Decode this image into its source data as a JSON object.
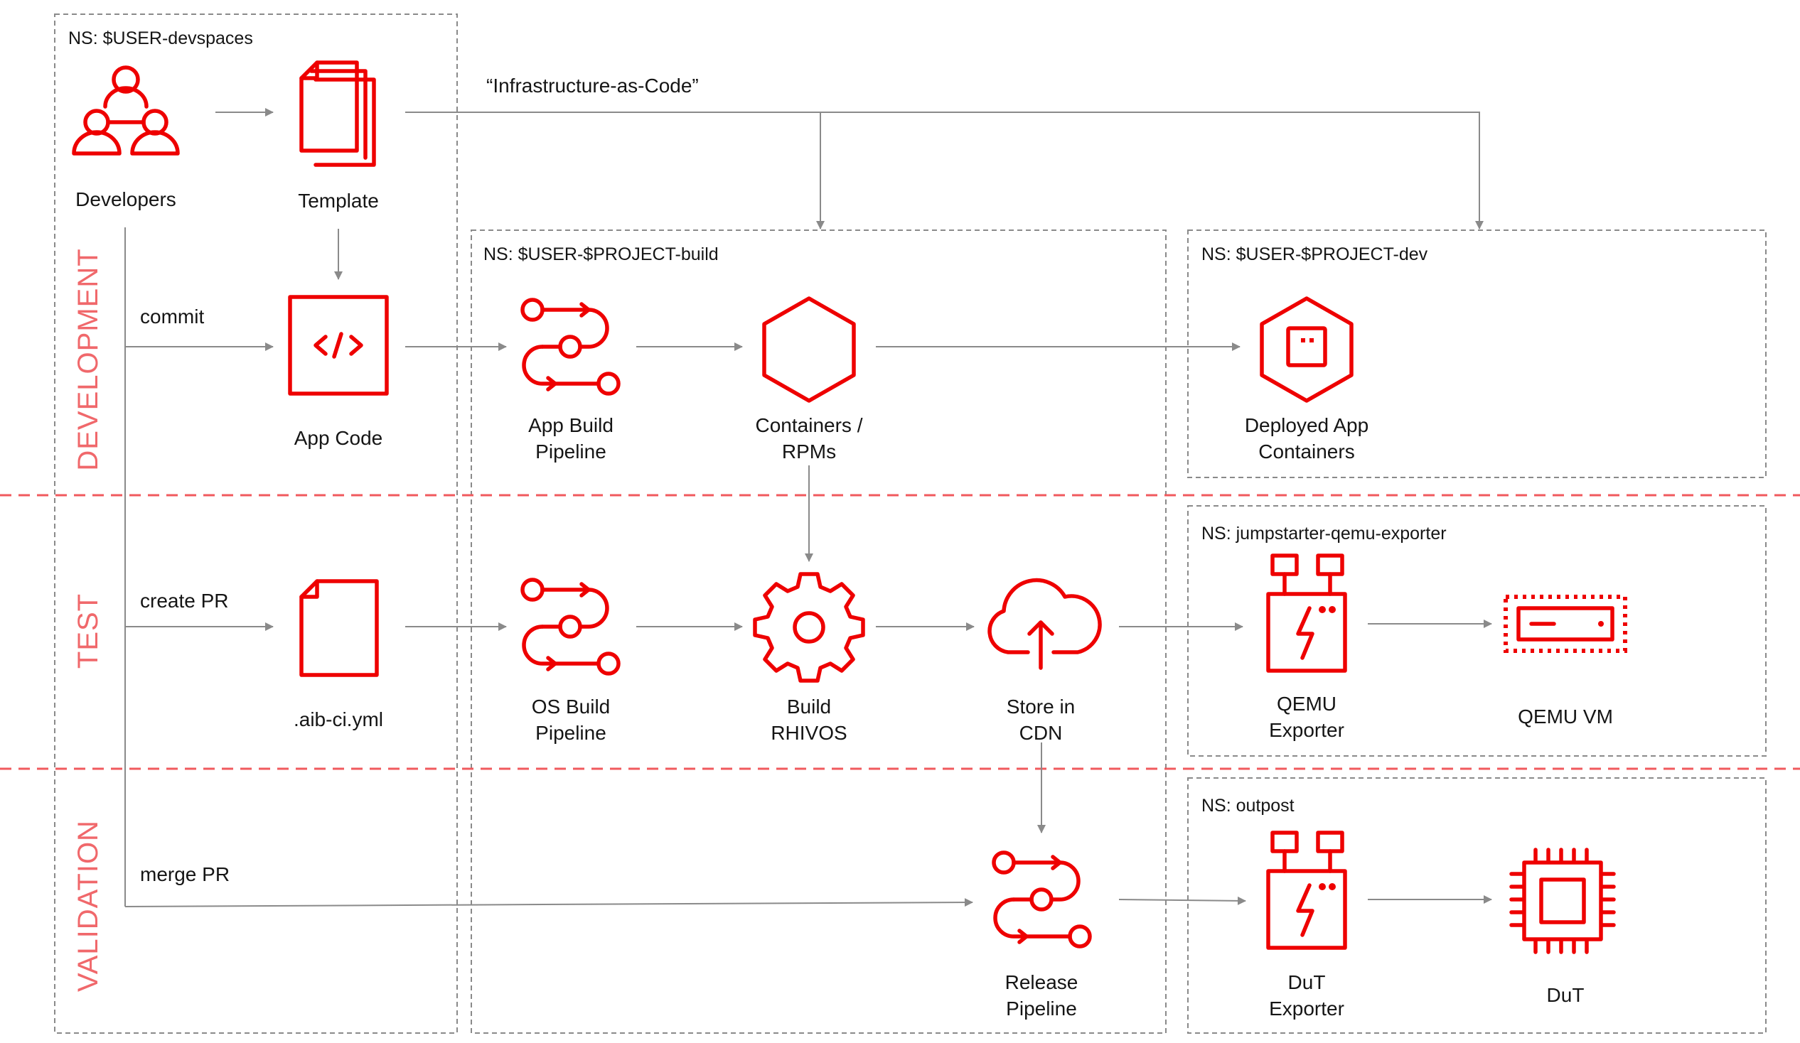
{
  "namespaces": {
    "devspaces": "NS: $USER-devspaces",
    "build": "NS: $USER-$PROJECT-build",
    "dev": "NS: $USER-$PROJECT-dev",
    "qemu_exporter": "NS: jumpstarter-qemu-exporter",
    "outpost": "NS: outpost"
  },
  "phases": {
    "development": "DEVELOPMENT",
    "test": "TEST",
    "validation": "VALIDATION"
  },
  "edges": {
    "iac": "“Infrastructure-as-Code”",
    "commit": "commit",
    "create_pr": "create PR",
    "merge_pr": "merge PR"
  },
  "nodes": {
    "developers": [
      "Developers"
    ],
    "template": [
      "Template"
    ],
    "app_code": [
      "App Code"
    ],
    "app_build_pipeline": [
      "App Build",
      "Pipeline"
    ],
    "containers_rpms": [
      "Containers /",
      "RPMs"
    ],
    "deployed_app_containers": [
      "Deployed App",
      "Containers"
    ],
    "aib_ci": [
      ".aib-ci.yml"
    ],
    "os_build_pipeline": [
      "OS Build",
      "Pipeline"
    ],
    "build_rhivos": [
      "Build",
      "RHIVOS"
    ],
    "store_cdn": [
      "Store in",
      "CDN"
    ],
    "qemu_exporter": [
      "QEMU",
      "Exporter"
    ],
    "qemu_vm": [
      "QEMU VM"
    ],
    "release_pipeline": [
      "Release",
      "Pipeline"
    ],
    "dut_exporter": [
      "DuT",
      "Exporter"
    ],
    "dut": [
      "DuT"
    ]
  },
  "colors": {
    "accent": "#ee0000",
    "phase_text": "#f0686b",
    "separator": "#f05a5d",
    "connector": "#8a8a8a",
    "text": "#151515"
  },
  "icons": {
    "developers": "people-group-icon",
    "template": "documents-icon",
    "app_code": "code-file-icon",
    "pipeline": "pipeline-icon",
    "container": "hexagon-icon",
    "deployed": "hexagon-box-icon",
    "yaml": "document-icon",
    "build": "gear-icon",
    "cdn": "cloud-upload-icon",
    "exporter": "power-device-icon",
    "vm": "server-icon",
    "dut": "chip-icon"
  }
}
